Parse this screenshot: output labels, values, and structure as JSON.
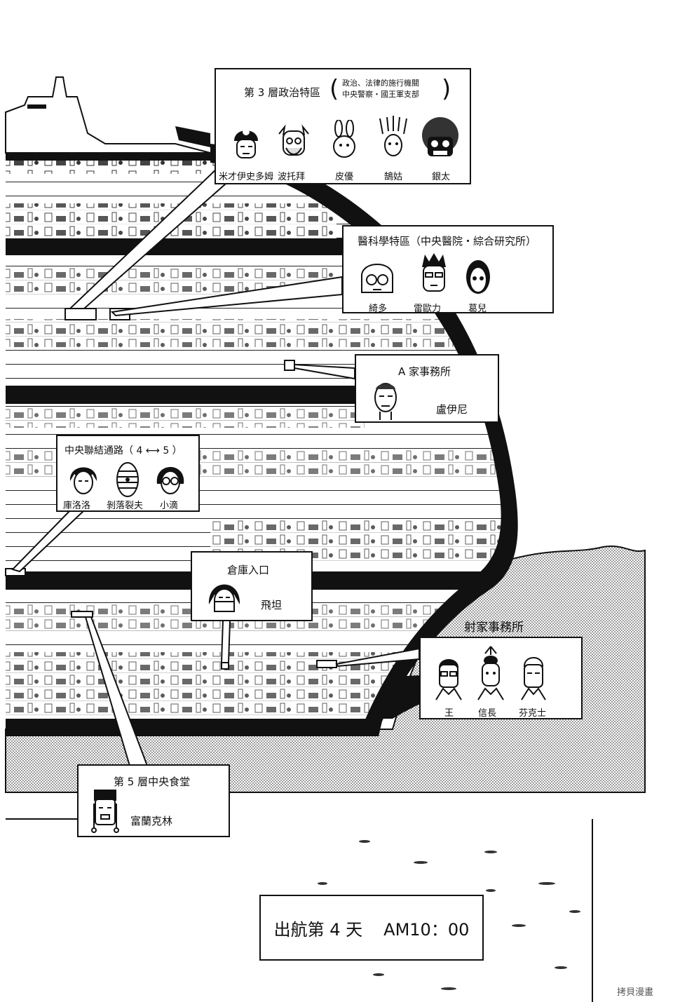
{
  "labels": [
    {
      "id": "politics",
      "title": "第 3 層政治特區",
      "note": [
        "政治、法律的施行機關",
        "中央警察・國王軍支部"
      ],
      "people": [
        "米才伊史多姆",
        "波托拜",
        "皮優",
        "鵠姑",
        "銀太"
      ]
    },
    {
      "id": "medical",
      "title": "醫科學特區（中央醫院・綜合研究所）",
      "people": [
        "綺多",
        "雷歐力",
        "葛兒"
      ]
    },
    {
      "id": "a-office",
      "title": "A 家事務所",
      "people": [
        "盧伊尼"
      ]
    },
    {
      "id": "corridor",
      "title": "中央聯結通路（ 4 ⟷ 5 ）",
      "people": [
        "庫洛洛",
        "剝落裂夫",
        "小滴"
      ]
    },
    {
      "id": "warehouse",
      "title": "倉庫入口",
      "people": [
        "飛坦"
      ]
    },
    {
      "id": "she-office",
      "title": "射家事務所",
      "people": [
        "王",
        "信長",
        "芬克士"
      ]
    },
    {
      "id": "canteen",
      "title": "第 5 層中央食堂",
      "people": [
        "富蘭克林"
      ]
    }
  ],
  "time": {
    "day": "出航第 4 天",
    "clock": "AM10：00"
  },
  "watermark": "拷貝漫畫"
}
